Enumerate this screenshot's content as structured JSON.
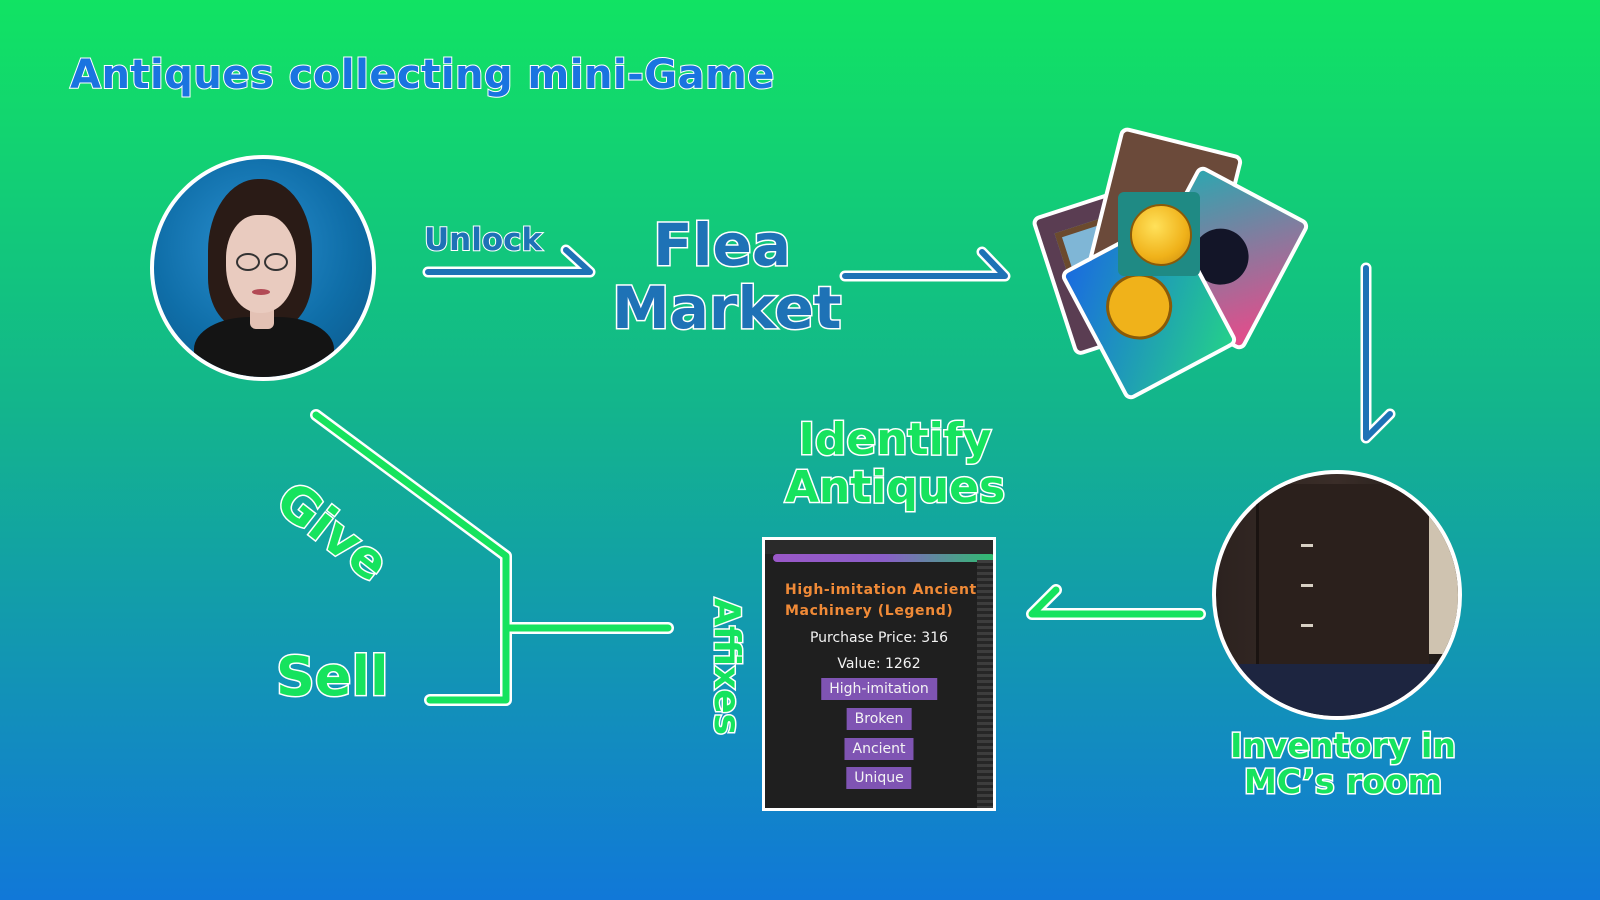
{
  "title": "Antiques collecting mini-Game",
  "labels": {
    "unlock": "Unlock",
    "flea_market": [
      "Flea",
      "Market"
    ],
    "identify": [
      "Identify",
      "Antiques"
    ],
    "inventory": [
      "Inventory in",
      "MC’s room"
    ],
    "give": "Give",
    "sell": "Sell",
    "affixes": "Affixes"
  },
  "item_panel": {
    "name": "High-imitation  Ancient Machinery (Legend)",
    "purchase_price": "Purchase Price: 316",
    "value": "Value: 1262",
    "affixes": [
      "High-imitation",
      "Broken",
      "Ancient",
      "Unique"
    ]
  },
  "colors": {
    "blue_text": "#1e72b6",
    "green_text": "#16e35e",
    "title_blue": "#1a74e0",
    "item_name": "#f08a37",
    "affix_tag": "#7f54b3"
  }
}
